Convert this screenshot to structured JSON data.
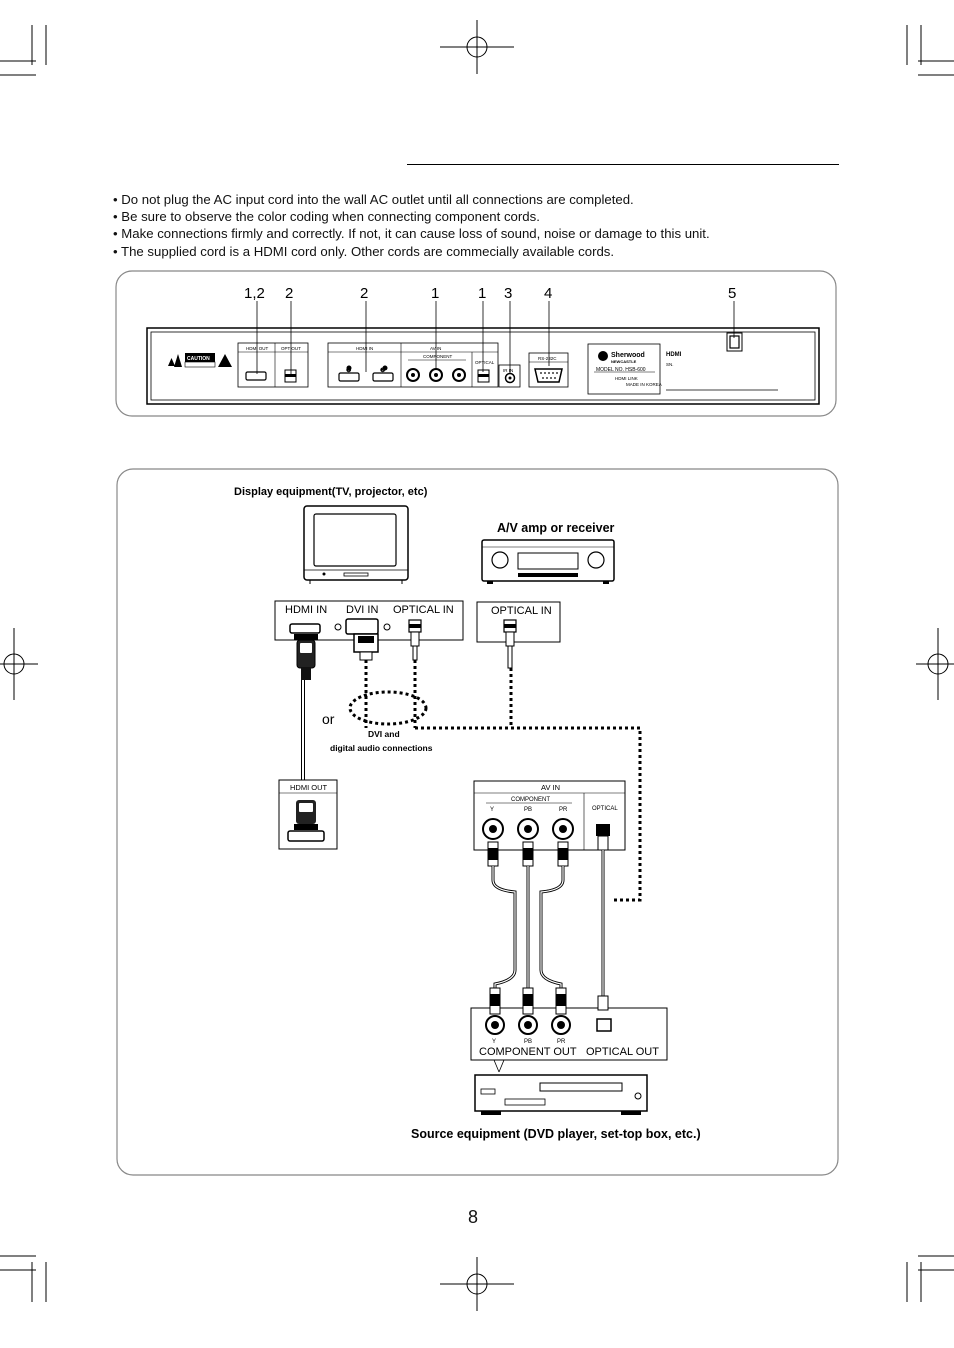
{
  "notes": [
    "• Do not plug the AC input cord into the wall AC outlet until all connections are completed.",
    "• Be sure to observe the color coding when connecting component cords.",
    "• Make connections firmly and correctly. If not, it can cause loss of sound, noise or damage to this unit.",
    "• The supplied cord is a HDMI cord only. Other cords are commecially available cords."
  ],
  "rear_panel": {
    "callouts": [
      "1,2",
      "2",
      "2",
      "1",
      "1",
      "3",
      "4",
      "5"
    ],
    "labels": {
      "caution": "CAUTION",
      "hdmi_out": "HDMI OUT",
      "opt_out": "OPT OUT",
      "hdmi_in": "HDMI IN",
      "av_in": "AV IN",
      "component": "COMPONENT",
      "optical": "OPTICAL",
      "ir_in": "IR IN",
      "rs232c": "RS-232C",
      "brand": "Sherwood",
      "brand_sub": "NEWCASTLE",
      "model": "MODEL NO. HSB-600",
      "model_sub": "HDMI LINK",
      "made_in": "MADE IN KOREA",
      "hdmi_logo": "HDMI",
      "sn": "SN."
    }
  },
  "diagram": {
    "display_title": "Display equipment(TV, projector, etc)",
    "amp_title": "A/V amp or receiver",
    "display_inputs": [
      "HDMI IN",
      "DVI IN",
      "OPTICAL IN"
    ],
    "amp_input": "OPTICAL IN",
    "or_label": "or",
    "dvi_note_line1": "DVI and",
    "dvi_note_line2": "digital audio connections",
    "unit_hdmi_out": "HDMI OUT",
    "unit_av_in": "AV IN",
    "unit_component": "COMPONENT",
    "unit_y": "Y",
    "unit_pb": "PB",
    "unit_pr": "PR",
    "unit_optical": "OPTICAL",
    "source_outputs": [
      "COMPONENT OUT",
      "OPTICAL OUT"
    ],
    "source_y": "Y",
    "source_pb": "PB",
    "source_pr": "PR",
    "source_title": "Source equipment (DVD player, set-top box, etc.)"
  },
  "page_number": "8"
}
